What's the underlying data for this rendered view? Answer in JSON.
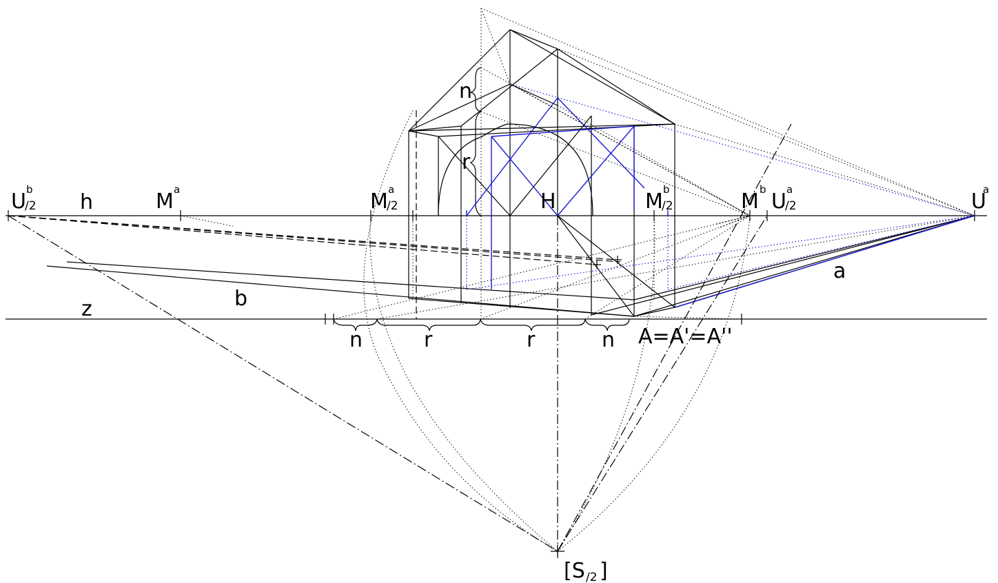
{
  "labels": {
    "u_half_b": "U",
    "u_half_b_sub": "/2",
    "u_half_b_sup": "b",
    "h": "h",
    "m_a": "M",
    "m_a_sup": "a",
    "m_half_a": "M",
    "m_half_a_sub": "/2",
    "m_half_a_sup": "a",
    "H": "H",
    "m_half_b": "M",
    "m_half_b_sub": "/2",
    "m_half_b_sup": "b",
    "m_b": "M",
    "m_b_sup": "b",
    "u_half_a": "U",
    "u_half_a_sub": "/2",
    "u_half_a_sup": "a",
    "u_a": "U",
    "u_a_sup": "a",
    "a": "a",
    "b": "b",
    "z": "z",
    "n_left": "n",
    "r_left": "r",
    "r_right": "r",
    "n_right": "n",
    "point_A": "A=A'=A''",
    "s_half": "[S",
    "s_half_sub": "/2",
    "s_half_close": "]",
    "n_vertical": "n",
    "r_vertical": "r"
  },
  "colors": {
    "construction": "#000000",
    "highlight": "#1a1ad6",
    "background": "#ffffff"
  }
}
